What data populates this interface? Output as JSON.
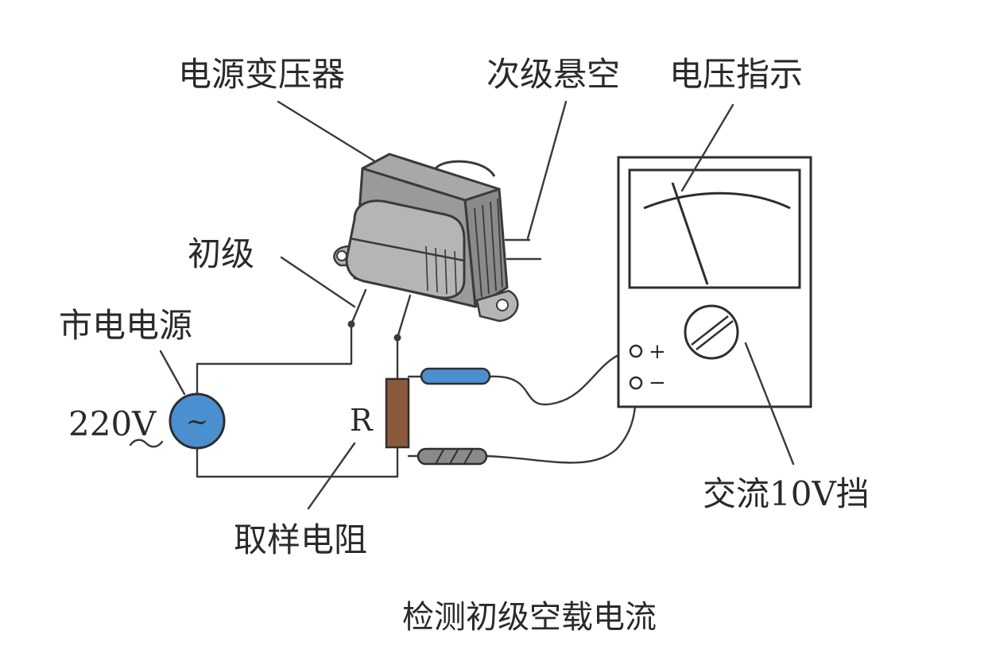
{
  "labels": {
    "transformer": "电源变压器",
    "secondary_open": "次级悬空",
    "voltage_indicator": "电压指示",
    "primary": "初级",
    "mains": "市电电源",
    "voltage": "220V",
    "sine_symbol": "~",
    "resistor_letter": "R",
    "sampling_resistor": "取样电阻",
    "meter_range": "交流10V挡",
    "plus": "+",
    "minus": "−",
    "caption": "检测初级空载电流"
  },
  "colors": {
    "source_fill": "#4a90d0",
    "transformer_body": "#9a9a9a",
    "transformer_dark": "#7d7d7d",
    "transformer_light": "#b5b5b5",
    "resistor": "#8b5a3c",
    "probe_red": "#4a90d0",
    "probe_black": "#8a8a8a",
    "wire": "#3a3a3a"
  }
}
